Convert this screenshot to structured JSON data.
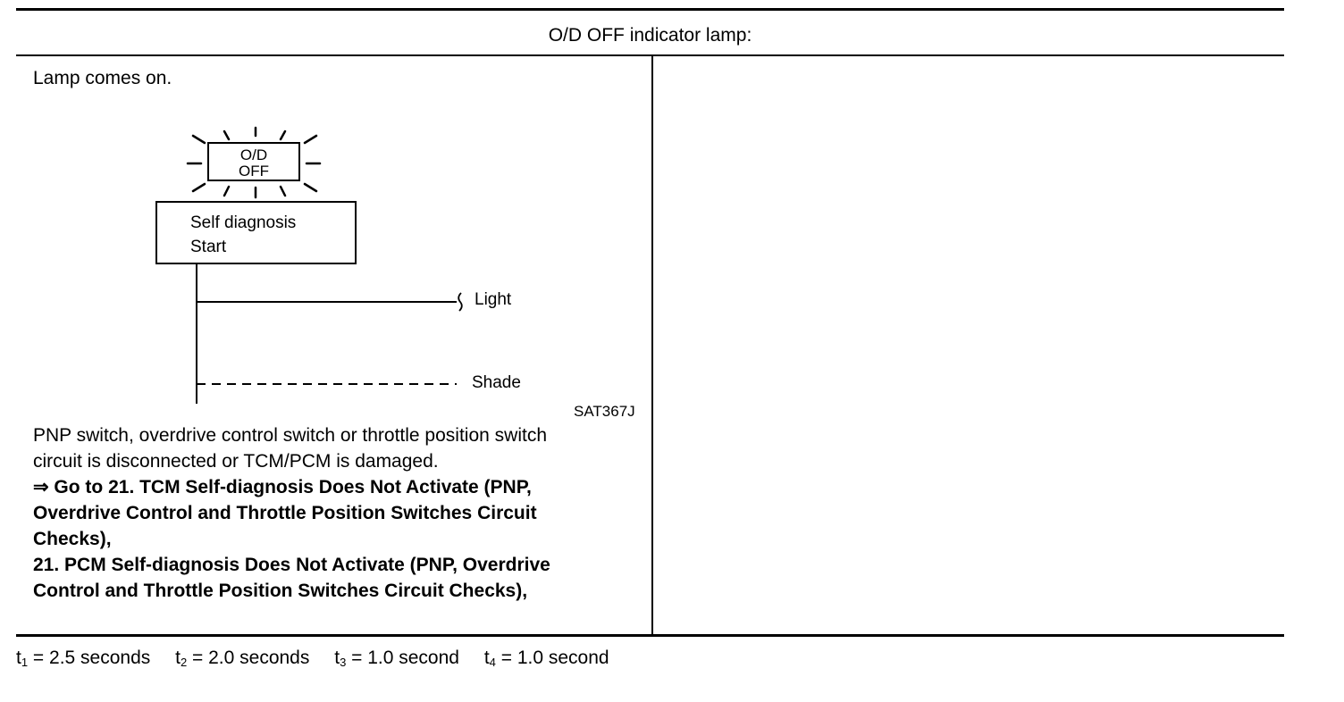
{
  "header": {
    "title": "O/D OFF indicator lamp:"
  },
  "left_cell": {
    "lamp_status": "Lamp comes on.",
    "figure": {
      "lamp_label_line1": "O/D",
      "lamp_label_line2": "OFF",
      "box_line1": "Self diagnosis",
      "box_line2": "Start",
      "light_label": "Light",
      "shade_label": "Shade",
      "reference": "SAT367J"
    },
    "para_lines": [
      "PNP switch, overdrive control switch or throttle position switch",
      "circuit is disconnected or TCM/PCM is damaged."
    ],
    "bold_lines": [
      "⇒ Go to 21. TCM Self-diagnosis Does Not Activate (PNP,",
      "Overdrive Control and Throttle Position Switches Circuit",
      "Checks),",
      "21. PCM Self-diagnosis Does Not Activate (PNP, Overdrive",
      "Control and Throttle Position Switches Circuit Checks),"
    ]
  },
  "footer": {
    "t1": {
      "sym": "t",
      "sub": "1",
      "rest": " = 2.5 seconds"
    },
    "t2": {
      "sym": "t",
      "sub": "2",
      "rest": " = 2.0 seconds"
    },
    "t3": {
      "sym": "t",
      "sub": "3",
      "rest": " = 1.0 second"
    },
    "t4": {
      "sym": "t",
      "sub": "4",
      "rest": " = 1.0 second"
    }
  }
}
